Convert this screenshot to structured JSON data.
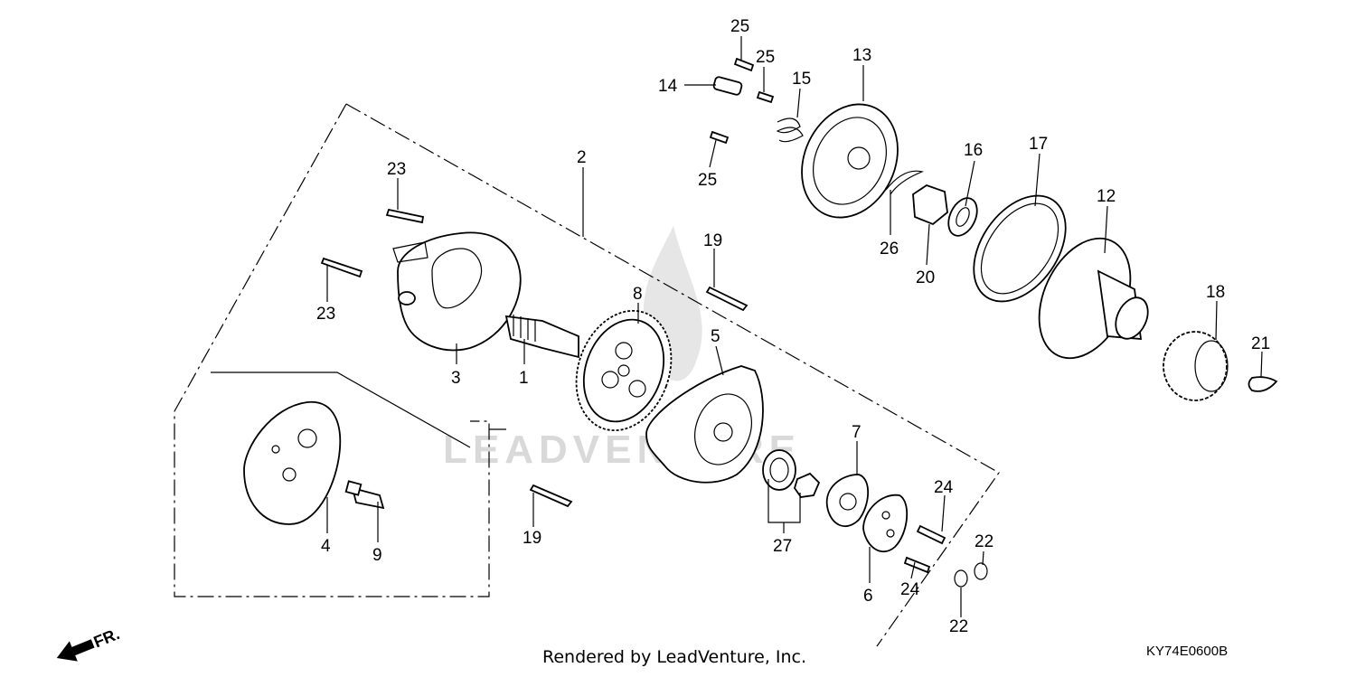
{
  "diagram": {
    "credit": "Rendered by LeadVenture, Inc.",
    "diagram_code": "KY74E0600B",
    "watermark": "LEADVENTURE",
    "front_label": "FR.",
    "callouts": [
      "1",
      "2",
      "3",
      "4",
      "5",
      "6",
      "7",
      "8",
      "9",
      "12",
      "13",
      "14",
      "15",
      "16",
      "17",
      "18",
      "19",
      "20",
      "21",
      "22",
      "23",
      "24",
      "25",
      "26",
      "27"
    ],
    "labels": {
      "n1": "1",
      "n2": "2",
      "n3": "3",
      "n4": "4",
      "n5": "5",
      "n6": "6",
      "n7": "7",
      "n8": "8",
      "n9": "9",
      "n12": "12",
      "n13": "13",
      "n14": "14",
      "n15": "15",
      "n16": "16",
      "n17": "17",
      "n18": "18",
      "n19a": "19",
      "n19b": "19",
      "n20": "20",
      "n21": "21",
      "n22a": "22",
      "n22b": "22",
      "n23a": "23",
      "n23b": "23",
      "n24a": "24",
      "n24b": "24",
      "n25a": "25",
      "n25b": "25",
      "n25c": "25",
      "n26": "26",
      "n27": "27"
    }
  }
}
